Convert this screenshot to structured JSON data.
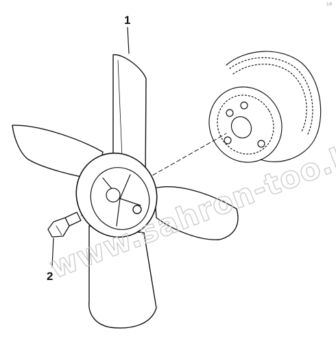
{
  "callouts": {
    "part_1": "1",
    "part_2": "2"
  },
  "watermark": "www.sahron-too.kz",
  "corner_mark": "1/8"
}
